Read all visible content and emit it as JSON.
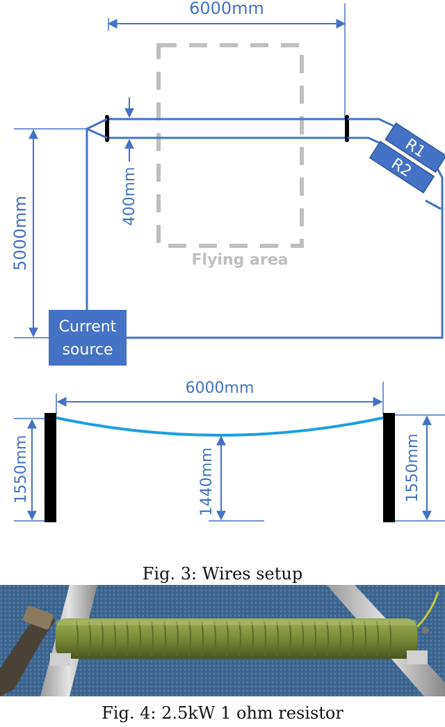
{
  "figure3": {
    "top_diagram": {
      "width_label": "6000mm",
      "height_label": "5000mm",
      "spacing_label": "400mm",
      "flying_area_label": "Flying area",
      "resistor1_label": "R1",
      "resistor2_label": "R2",
      "source_line1": "Current",
      "source_line2": "source"
    },
    "side_diagram": {
      "span_label": "6000mm",
      "left_height_label": "1550mm",
      "sag_height_label": "1440mm",
      "right_height_label": "1550mm"
    },
    "caption": "Fig. 3: Wires setup"
  },
  "figure4": {
    "caption": "Fig. 4: 2.5kW 1 ohm resistor"
  },
  "colors": {
    "diagram_blue": "#4472C4",
    "wire_cyan": "#1a9fe0",
    "flying_area_gray": "#bfbfbf",
    "resistor_green": "#7f8e3a"
  }
}
